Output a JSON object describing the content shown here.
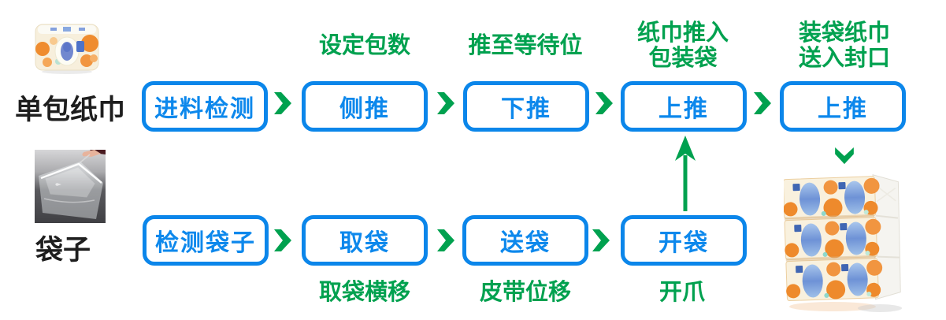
{
  "diagram": {
    "colors": {
      "box_border_blue": "#0b86ea",
      "box_text_blue": "#0d88ec",
      "note_green": "#00a14f",
      "label_black": "#1e1e1e",
      "background": "#ffffff"
    },
    "top_row": {
      "item_label": "单包纸巾",
      "steps": [
        "进料检测",
        "侧推",
        "下推",
        "上推",
        "上推"
      ],
      "note_set_pack_count": "设定包数",
      "note_push_to_waiting": "推至等待位",
      "note_push_into_bag_line1": "纸巾推入",
      "note_push_into_bag_line2": "包装袋",
      "note_send_to_seal_line1": "装袋纸巾",
      "note_send_to_seal_line2": "送入封口"
    },
    "bottom_row": {
      "item_label": "袋子",
      "steps": [
        "检测袋子",
        "取袋",
        "送袋",
        "开袋"
      ],
      "note_take_bag_shift": "取袋横移",
      "note_belt_shift": "皮带位移",
      "note_open_claw": "开爪"
    }
  }
}
